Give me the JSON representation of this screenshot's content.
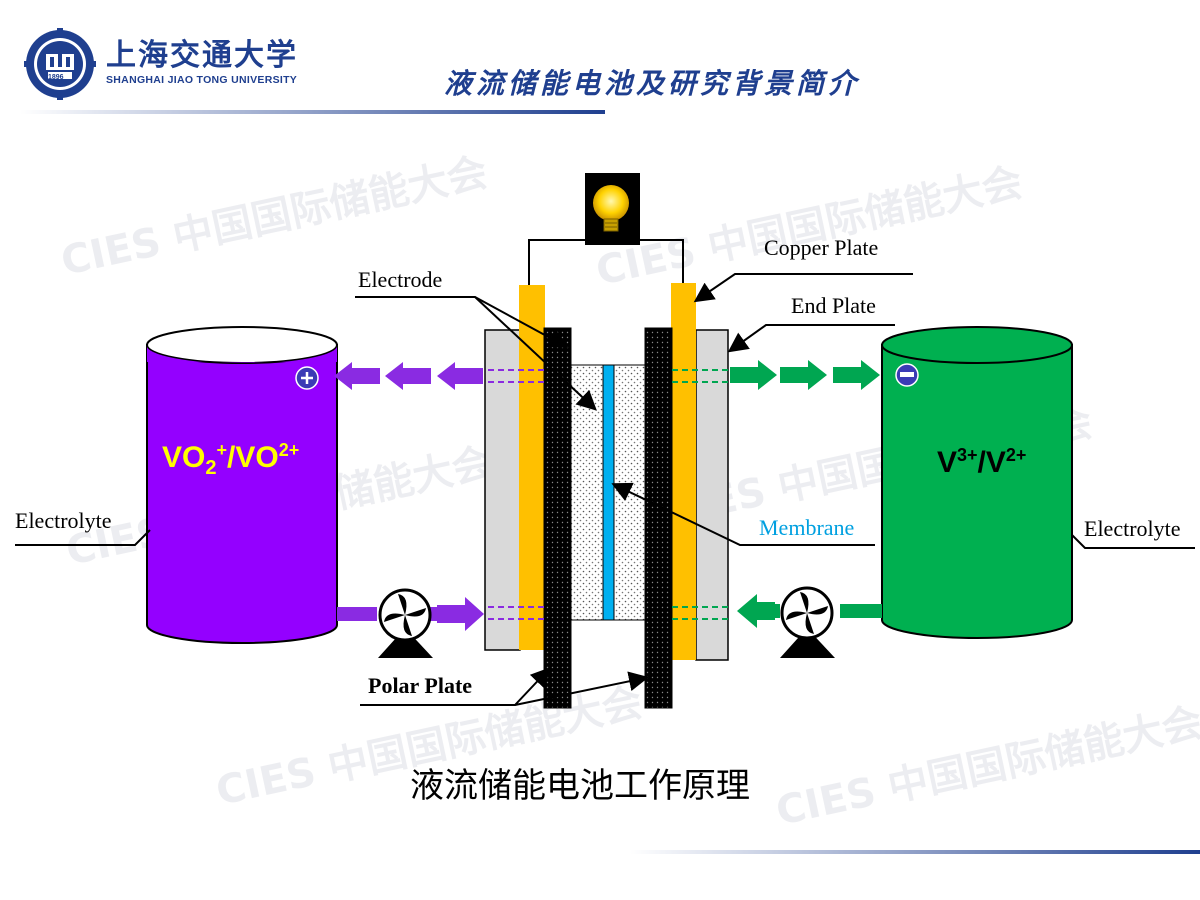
{
  "header": {
    "university_cn": "上海交通大学",
    "university_en": "SHANGHAI JIAO TONG UNIVERSITY",
    "logo_year": "1896",
    "slide_title": "液流储能电池及研究背景简介"
  },
  "watermark": {
    "text": "CIES 中国国际储能大会"
  },
  "diagram": {
    "labels": {
      "copper_plate": "Copper Plate",
      "end_plate": "End Plate",
      "electrode": "Electrode",
      "membrane": "Membrane",
      "polar_plate": "Polar Plate",
      "electrolyte_left": "Electrolyte",
      "electrolyte_right": "Electrolyte"
    },
    "left_tank": {
      "species_main": "VO",
      "species_sub": "2",
      "species_sup": "+",
      "species_tail": "/VO",
      "species_tail_sup": "2+",
      "pole_symbol": "+",
      "color": "#9400ff",
      "arrow_color": "#8a2be2"
    },
    "right_tank": {
      "species_a": "V",
      "species_a_sup": "3+",
      "species_b": "/V",
      "species_b_sup": "2+",
      "pole_symbol": "−",
      "color": "#00b050",
      "arrow_color": "#00a651"
    },
    "colors": {
      "copper": "#ffc000",
      "end_plate": "#d9d9d9",
      "membrane": "#00b0f0",
      "membrane_label": "#00a0e0"
    },
    "caption": "液流储能电池工作原理"
  }
}
